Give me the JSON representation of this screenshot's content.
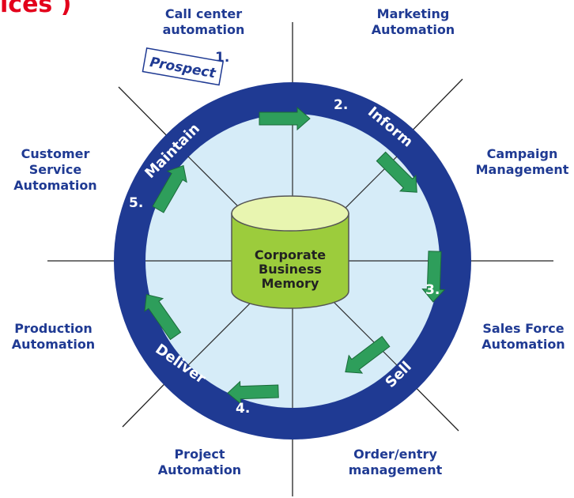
{
  "title_fragment": "ices )",
  "center": {
    "line1": "Corporate",
    "line2": "Business",
    "line3": "Memory"
  },
  "stages": {
    "prospect": {
      "number": "1.",
      "label": "Prospect"
    },
    "inform": {
      "number": "2.",
      "label": "Inform"
    },
    "sell": {
      "number": "3.",
      "label": "Sell"
    },
    "deliver": {
      "number": "4.",
      "label": "Deliver"
    },
    "maintain": {
      "number": "5.",
      "label": "Maintain"
    }
  },
  "segments": {
    "call_center": "Call center\nautomation",
    "marketing": "Marketing\nAutomation",
    "campaign": "Campaign\nManagement",
    "sales_force": "Sales Force\nAutomation",
    "order_entry": "Order/entry\nmanagement",
    "project": "Project\nAutomation",
    "production": "Production\nAutomation",
    "customer_service": "Customer\nService\nAutomation"
  },
  "colors": {
    "ring": "#1f3a93",
    "inner": "#d6ecf8",
    "arrow": "#2e9e5b",
    "label": "#1f3a93",
    "title": "#e3001b",
    "cylinder_top": "#e8f5b0",
    "cylinder_body": "#9ccc3c"
  }
}
